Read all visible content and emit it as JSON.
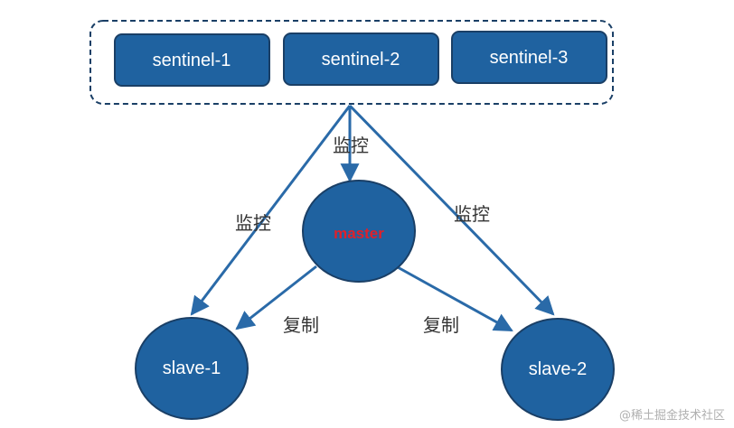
{
  "sentinels": [
    {
      "label": "sentinel-1"
    },
    {
      "label": "sentinel-2"
    },
    {
      "label": "sentinel-3"
    }
  ],
  "master": {
    "label": "master"
  },
  "slaves": [
    {
      "label": "slave-1"
    },
    {
      "label": "slave-2"
    }
  ],
  "edges": {
    "monitor_left": "监控",
    "monitor_center": "监控",
    "monitor_right": "监控",
    "replicate_left": "复制",
    "replicate_right": "复制"
  },
  "watermark": "@稀土掘金技术社区",
  "colors": {
    "node_fill": "#1f62a0",
    "node_stroke": "#1a3f66",
    "arrow": "#2a6aa8",
    "group_border": "#1a3f66",
    "master_text": "#e0202a"
  }
}
